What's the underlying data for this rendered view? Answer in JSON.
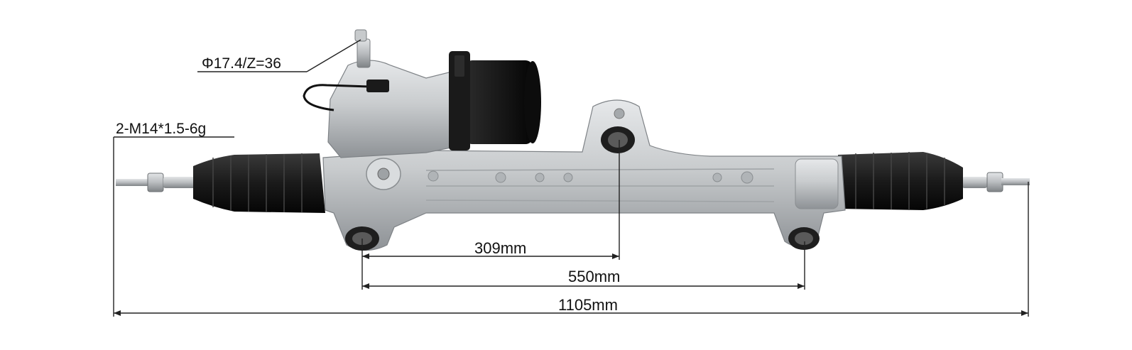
{
  "colors": {
    "background": "#ffffff",
    "aluminum": "#c9ccce",
    "aluminum_dark": "#8e9296",
    "boot_rubber": "#1a1a1a",
    "motor_black": "#151515",
    "steel_rod": "#b9bcbf",
    "dimension_line": "#222222"
  },
  "annotations": {
    "pinion_spec": "Φ17.4/Z=36",
    "thread_spec": "2-M14*1.5-6g"
  },
  "dimensions": {
    "mount_to_center": "309mm",
    "mount_to_mount": "550mm",
    "overall_length": "1105mm"
  }
}
